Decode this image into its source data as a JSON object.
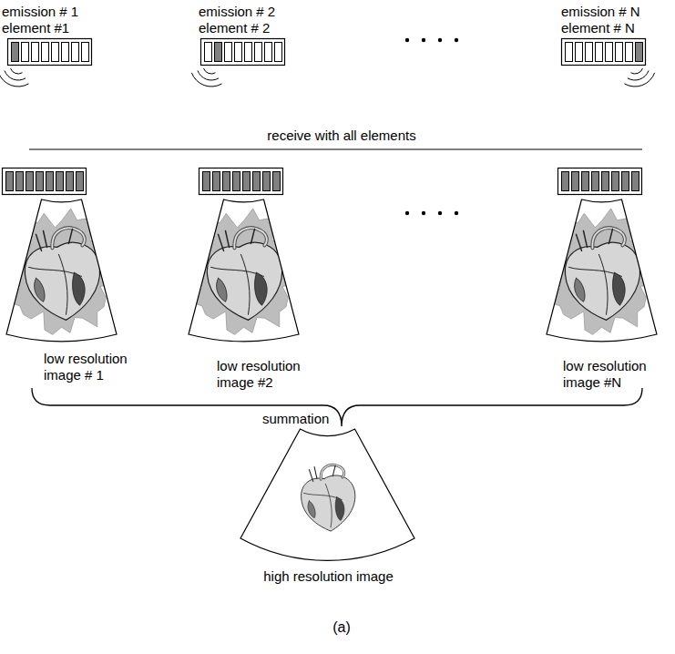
{
  "diagram": {
    "caption": "(a)",
    "nodes": [
      {
        "text": [
          "emission # 1",
          "element #1"
        ]
      },
      {
        "text": [
          "emission # 2",
          "element # 2"
        ]
      },
      {
        "text": [
          "emission # N",
          "element # N"
        ]
      },
      {
        "text": [
          "low resolution image # 1"
        ]
      },
      {
        "text": [
          "low resolution image #2"
        ]
      },
      {
        "text": [
          "low resolution image #N"
        ]
      },
      {
        "text": [
          "high resolution image"
        ]
      }
    ],
    "labels": [
      "receive with all elements",
      "summation"
    ]
  }
}
